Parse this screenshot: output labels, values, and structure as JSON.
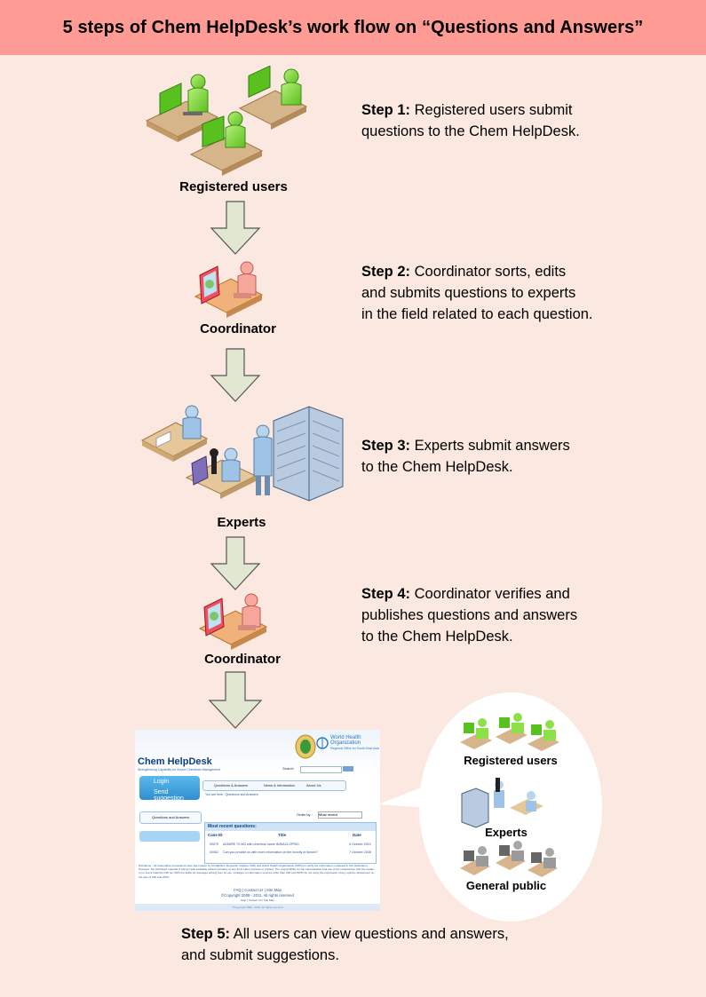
{
  "title": "5 steps of Chem HelpDesk’s work flow on “Questions and Answers”",
  "labels": {
    "registered_users": "Registered users",
    "coordinator_1": "Coordinator",
    "experts": "Experts",
    "coordinator_2": "Coordinator"
  },
  "steps": [
    {
      "head": "Step 1:",
      "lines": [
        " Registered users submit",
        "questions to the Chem HelpDesk."
      ]
    },
    {
      "head": "Step 2:",
      "lines": [
        " Coordinator sorts, edits",
        "and submits questions to experts",
        "in the field related to each question."
      ]
    },
    {
      "head": "Step 3:",
      "lines": [
        " Experts submit answers",
        "to the Chem HelpDesk."
      ]
    },
    {
      "head": "Step 4:",
      "lines": [
        " Coordinator verifies and",
        "publishes questions and answers",
        "to the Chem HelpDesk."
      ]
    },
    {
      "head": "Step 5:",
      "lines": [
        " All users can view questions and answers,",
        "and  submit suggestions."
      ]
    }
  ],
  "bubble": {
    "registered_users": "Registered users",
    "experts": "Experts",
    "general_public": "General public"
  },
  "website": {
    "brand": "Chem HelpDesk",
    "tagline": "Strengthening Capability for Sound Chemicals Management",
    "who_title": "World Health Organization",
    "who_sub": "Regional Office for South-East Asia",
    "search_label": "Search",
    "nav": [
      "Questions & Answers",
      "News & Information",
      "About Us"
    ],
    "crumb": "You are here : Questions and Answers",
    "login": "Login",
    "suggestion": "Send suggestion",
    "qa_button": "Questions and Answers",
    "order_label": "Order by :",
    "order_value": "Most recent",
    "table_title": "Most recent questions:",
    "columns": [
      "Case ID",
      "Title",
      "Date"
    ],
    "rows": [
      {
        "id": "00079",
        "title": "ADMIRE 70 WG with chemical name IMIDACLOPRID",
        "date": "5 October 2010"
      },
      {
        "id": "00062",
        "title": "Can you provide us with more information on the toxicity of fipronil?",
        "date": "7 October 2008"
      }
    ],
    "disclaimer": "Disclaimer : All reasonable precautions have been taken by Chulabhorn Research Institute (CRI) and World Health Organization (WHO) to verify the information contained in this publication. However, the published material is being made available without warranty of any kind, either express or implied. The responsibility for the interpretation and use of the material lies with the reader. In no event shall the CRI nor WHO be liable for damages arising from its use. Linkages to information sources other than CRI and WHO do not imply the expression of any opinion whatsoever on the part of CRI and WHO.",
    "footer_links": "FAQ | Contact Us | Site Map",
    "copyright": "©Copyright 2008 - 2011. All rights reserved",
    "footer_small": "Help | Contact Us | Site Map",
    "footer_band": "©Copyright 2008 - 2010. All rights reserved"
  },
  "colors": {
    "header_bg": "#ff9b95",
    "page_bg": "#fbe9e1",
    "arrow_fill": "#e1e7d1",
    "bubble_bg": "#ffffff"
  }
}
